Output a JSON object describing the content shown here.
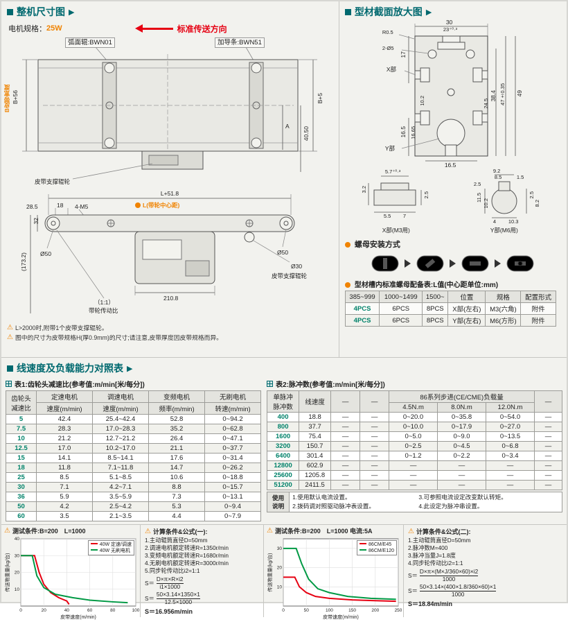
{
  "theme": {
    "accent": "#00696f",
    "orange": "#f08300",
    "red": "#e60012",
    "green": "#009944",
    "panel_bg": "#f2f2ee"
  },
  "hdr": {
    "dim": "整机尺寸图",
    "profile": "型材截面放大图",
    "speed": "线速度及负载能力对照表",
    "chev": "▶"
  },
  "dimp": {
    "motor_label": "电机规格：",
    "motor_value": "25W",
    "dir": "标准传送方向",
    "co_roller": "弧面辊:BWN01",
    "co_guide": "加导条:BWN51",
    "b56": "B+56",
    "b5": "B+5",
    "beltw": "B皮带宽度",
    "a": "A",
    "d4050": "40.50",
    "sup1": "皮带支撑辊轮",
    "l518": "L+51.8",
    "lcen": "L(带轮中心距)",
    "d285": "28.5",
    "d18": "18",
    "m5": "4-M5",
    "d32": "32",
    "d1732": "(173.2)",
    "d50l": "Ø50",
    "d50r": "Ø50",
    "d30": "Ø30",
    "sup2": "皮带支撑辊轮",
    "d2108": "210.8",
    "ratio": "（1:1）",
    "ratio_lbl": "带轮传动比",
    "note1": "L>2000时,附带1个皮带支撑辊轮。",
    "note2": "图中的尺寸为皮带规格H(厚0.9mm)的尺寸;请注意,皮带厚度因皮带规格而异。"
  },
  "prof": {
    "m": [
      "30",
      "23⁺⁰·³",
      "R0.5",
      "2-Ø5",
      "X部",
      "17",
      "38.4",
      "47±0.35",
      "49",
      "16.5",
      "16.65",
      "24.5",
      "10.2",
      "16.5",
      "Y部"
    ],
    "xd": [
      "3.2",
      "5.7⁺⁰·³",
      "2.5",
      "5.5",
      "7"
    ],
    "xcap": "X部(M3用)",
    "yd": [
      "9.2",
      "8.5",
      "1.5",
      "2.5",
      "11.5",
      "10.2",
      "2.5",
      "8.2",
      "4",
      "10.3"
    ],
    "ycap": "Y部(M6用)",
    "nut_title": "螺母安装方式",
    "nut_tbl_title": "型材槽内标准螺母配备表:L值(中心距单位:mm)",
    "nut_headers": [
      "385~999",
      "1000~1499",
      "1500~",
      "位置",
      "规格",
      "配置形式"
    ],
    "nut_rows": [
      [
        "4PCS",
        "6PCS",
        "8PCS",
        "X部(左右)",
        "M3(六角)",
        "附件"
      ],
      [
        "4PCS",
        "6PCS",
        "8PCS",
        "Y部(左右)",
        "M6(方形)",
        "附件"
      ]
    ]
  },
  "t1": {
    "title": "表1:齿轮头减速比(参考值:m/min[米/每分])",
    "h0a": "齿轮头",
    "h0b": "减速比",
    "groups": [
      "定速电机",
      "调速电机",
      "变频电机",
      "无刷电机"
    ],
    "subs": [
      "速度(m/min)",
      "速度(m/min)",
      "频率(m/min)",
      "转速(m/min)"
    ],
    "rows": [
      [
        "5",
        "42.4",
        "25.4~42.4",
        "52.8",
        "0~94.2"
      ],
      [
        "7.5",
        "28.3",
        "17.0~28.3",
        "35.2",
        "0~62.8"
      ],
      [
        "10",
        "21.2",
        "12.7~21.2",
        "26.4",
        "0~47.1"
      ],
      [
        "12.5",
        "17.0",
        "10.2~17.0",
        "21.1",
        "0~37.7"
      ],
      [
        "15",
        "14.1",
        "8.5~14.1",
        "17.6",
        "0~31.4"
      ],
      [
        "18",
        "11.8",
        "7.1~11.8",
        "14.7",
        "0~26.2"
      ],
      [
        "25",
        "8.5",
        "5.1~8.5",
        "10.6",
        "0~18.8"
      ],
      [
        "30",
        "7.1",
        "4.2~7.1",
        "8.8",
        "0~15.7"
      ],
      [
        "36",
        "5.9",
        "3.5~5.9",
        "7.3",
        "0~13.1"
      ],
      [
        "50",
        "4.2",
        "2.5~4.2",
        "5.3",
        "0~9.4"
      ],
      [
        "60",
        "3.5",
        "2.1~3.5",
        "4.4",
        "0~7.9"
      ]
    ]
  },
  "t2": {
    "title": "表2:脉冲数(参考值:m/min[米/每分])",
    "h0a": "单脉冲",
    "h0b": "脉冲数",
    "h1": "线速度",
    "hd1": "—",
    "hd2": "—",
    "group": "86系列步进(CE/CME)负载量",
    "subs": [
      "4.5N.m",
      "8.0N.m",
      "12.0N.m"
    ],
    "hlast": "—",
    "rows": [
      [
        "400",
        "18.8",
        "—",
        "—",
        "0~20.0",
        "0~35.8",
        "0~54.0",
        "—"
      ],
      [
        "800",
        "37.7",
        "—",
        "—",
        "0~10.0",
        "0~17.9",
        "0~27.0",
        "—"
      ],
      [
        "1600",
        "75.4",
        "—",
        "—",
        "0~5.0",
        "0~9.0",
        "0~13.5",
        "—"
      ],
      [
        "3200",
        "150.7",
        "—",
        "—",
        "0~2.5",
        "0~4.5",
        "0~6.8",
        "—"
      ],
      [
        "6400",
        "301.4",
        "—",
        "—",
        "0~1.2",
        "0~2.2",
        "0~3.4",
        "—"
      ],
      [
        "12800",
        "602.9",
        "—",
        "—",
        "—",
        "—",
        "—",
        "—"
      ],
      [
        "25600",
        "1205.8",
        "—",
        "—",
        "—",
        "—",
        "—",
        "—"
      ],
      [
        "51200",
        "2411.5",
        "—",
        "—",
        "—",
        "—",
        "—",
        "—"
      ]
    ]
  },
  "usage": {
    "l1": "使用",
    "l2": "说明",
    "items": [
      "1.使用默认电流设置。",
      "2.拨码调对照驱动脉冲表设置。",
      "3.可参照电流设定改变默认转矩。",
      "4.此设定为脉冲串设置。"
    ]
  },
  "cond1": "测试条件:B=200　L=1000",
  "cond2": "测试条件:B=200　L=1000 电流:5A",
  "chart_data": [
    {
      "type": "line",
      "title": "测试条件:B=200 L=1000",
      "xlabel": "皮带速度(m/min)",
      "ylabel": "传送物重量(kg/台)",
      "xlim": [
        0,
        100
      ],
      "ylim": [
        0,
        40
      ],
      "xticks": [
        0,
        20,
        40,
        60,
        80,
        100
      ],
      "yticks": [
        10,
        20,
        30,
        40
      ],
      "grid": true,
      "legend_position": "top-right",
      "series": [
        {
          "name": "40W 定速/调速",
          "color": "#e60012",
          "points": [
            [
              0,
              30
            ],
            [
              12,
              30
            ],
            [
              16,
              20
            ],
            [
              20,
              13
            ],
            [
              26,
              8
            ],
            [
              33,
              5
            ],
            [
              40,
              3
            ],
            [
              42,
              1
            ]
          ]
        },
        {
          "name": "40W 无刷电机",
          "color": "#009944",
          "points": [
            [
              0,
              30
            ],
            [
              10,
              30
            ],
            [
              14,
              18
            ],
            [
              20,
              11
            ],
            [
              30,
              7
            ],
            [
              45,
              5
            ],
            [
              60,
              3.5
            ],
            [
              80,
              2.5
            ],
            [
              93,
              2
            ]
          ]
        }
      ]
    },
    {
      "type": "line",
      "title": "测试条件:B=200 L=1000 电流:5A",
      "xlabel": "皮带速度(m/min)",
      "ylabel": "传送物重量(kg/台)",
      "xlim": [
        0,
        250
      ],
      "ylim": [
        0,
        35
      ],
      "xticks": [
        0,
        50,
        100,
        150,
        200,
        250
      ],
      "yticks": [
        10,
        20,
        30
      ],
      "grid": true,
      "legend_position": "top-right",
      "series": [
        {
          "name": "86CM/E45",
          "color": "#e60012",
          "points": [
            [
              0,
              15
            ],
            [
              25,
              15
            ],
            [
              35,
              10
            ],
            [
              50,
              7
            ],
            [
              70,
              5
            ],
            [
              100,
              4
            ],
            [
              150,
              3.2
            ],
            [
              200,
              2.8
            ],
            [
              245,
              2.5
            ]
          ]
        },
        {
          "name": "86CM/E120",
          "color": "#009944",
          "points": [
            [
              0,
              30
            ],
            [
              28,
              30
            ],
            [
              40,
              22
            ],
            [
              55,
              14
            ],
            [
              75,
              9
            ],
            [
              100,
              7
            ],
            [
              140,
              5
            ],
            [
              190,
              4
            ],
            [
              245,
              3.5
            ]
          ]
        }
      ]
    }
  ],
  "formulas": [
    {
      "title": "计算条件&公式(一):",
      "items": [
        "1.主动辊筒直径D=50mm",
        "2.调速电机额定转速R=1350r/min",
        "3.变频电机额定转速R=1680r/min",
        "4.无刷电机额定转速R=3000r/min",
        "5.同步轮传动比i2=1:1"
      ],
      "s": "S＝",
      "f1_num": "D×π×R×i2",
      "f1_den": "i1×1000",
      "f2_num": "50×3.14×1350×1",
      "f2_den": "12.5×1000",
      "result": "S＝16.956m/min"
    },
    {
      "title": "计算条件&公式(二):",
      "items": [
        "1.主动辊筒直径D=50mm",
        "2.脉冲数M=400",
        "3.脉冲当量J=1.8度",
        "4.同步轮传动比i2=1:1"
      ],
      "s": "S＝",
      "f1_num": "D×π×(M×J/360×60)×i2",
      "f1_den": "1000",
      "f2_num": "50×3.14×(400×1.8/360×60)×1",
      "f2_den": "1000",
      "result": "S＝18.84m/min"
    }
  ]
}
